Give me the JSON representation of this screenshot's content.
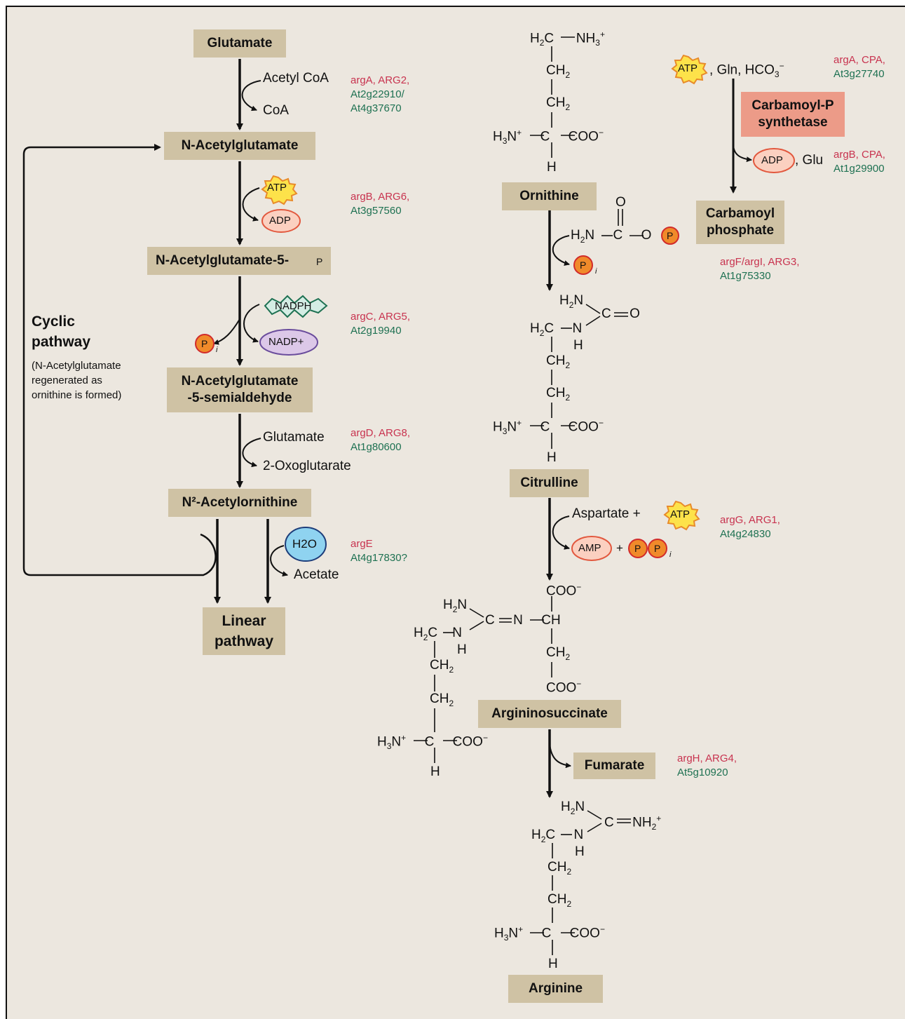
{
  "left": {
    "glutamate": "Glutamate",
    "acetyl_coa": "Acetyl CoA",
    "coa": "CoA",
    "n_acetylglutamate": "N-Acetylglutamate",
    "n_acetylglutamate_5p": "N-Acetylglutamate-5-",
    "n_acetylglutamate_semi_1": "N-Acetylglutamate",
    "n_acetylglutamate_semi_2": "-5-semialdehyde",
    "glutamate_in": "Glutamate",
    "oxoglutarate": "2-Oxoglutarate",
    "n2_acetylornithine": "N²-Acetylornithine",
    "acetate": "Acetate",
    "linear_1": "Linear",
    "linear_2": "pathway",
    "cyclic_1": "Cyclic",
    "cyclic_2": "pathway",
    "cyclic_note_1": "(N-Acetylglutamate",
    "cyclic_note_2": "regenerated as",
    "cyclic_note_3": "ornithine is formed)"
  },
  "badges": {
    "atp": "ATP",
    "adp": "ADP",
    "nadph": "NADPH",
    "nadp": "NADP+",
    "p": "P",
    "i": "i",
    "h2o": "H2O",
    "amp": "AMP"
  },
  "genes": {
    "g1_red": "argA, ARG2,",
    "g1_green1": "At2g22910/",
    "g1_green2": "At4g37670",
    "g2_red": "argB, ARG6,",
    "g2_green": "At3g57560",
    "g3_red": "argC, ARG5,",
    "g3_green": "At2g19940",
    "g4_red": "argD, ARG8,",
    "g4_green": "At1g80600",
    "g5_red": "argE",
    "g5_green": "At4g17830?",
    "g6_red": "argA, CPA,",
    "g6_green": "At3g27740",
    "g7_red": "argB, CPA,",
    "g7_green": "At1g29900",
    "g8_red": "argF/argI, ARG3,",
    "g8_green": "At1g75330",
    "g9_red": "argG, ARG1,",
    "g9_green": "At4g24830",
    "g10_red": "argH, ARG4,",
    "g10_green": "At5g10920"
  },
  "right": {
    "ornithine": "Ornithine",
    "citrulline": "Citrulline",
    "argininosuccinate": "Argininosuccinate",
    "fumarate": "Fumarate",
    "arginine": "Arginine",
    "carbamoyl_p_synthetase_1": "Carbamoyl-P",
    "carbamoyl_p_synthetase_2": "synthetase",
    "carbamoyl_phosphate_1": "Carbamoyl",
    "carbamoyl_phosphate_2": "phosphate",
    "gln_hco3": ", Gln, HCO",
    "glu": ", Glu",
    "aspartate": "Aspartate +",
    "plus": "+"
  },
  "colors": {
    "background": "#ece7df",
    "box": "#cfc2a4",
    "enzyme_box": "#ec9b88",
    "gene_red": "#c8334f",
    "gene_green": "#1e7152",
    "atp_fill": "#fde24a",
    "atp_stroke": "#e88a2a",
    "adp_fill": "#fbd0c0",
    "adp_stroke": "#e2583e",
    "nadph_fill": "#d4ede4",
    "nadph_stroke": "#1e7152",
    "nadp_fill": "#dcc8e8",
    "nadp_stroke": "#6a4c9c",
    "p_fill": "#f08a2a",
    "p_stroke": "#d12b2b",
    "h2o_fill": "#8fd3f0"
  }
}
